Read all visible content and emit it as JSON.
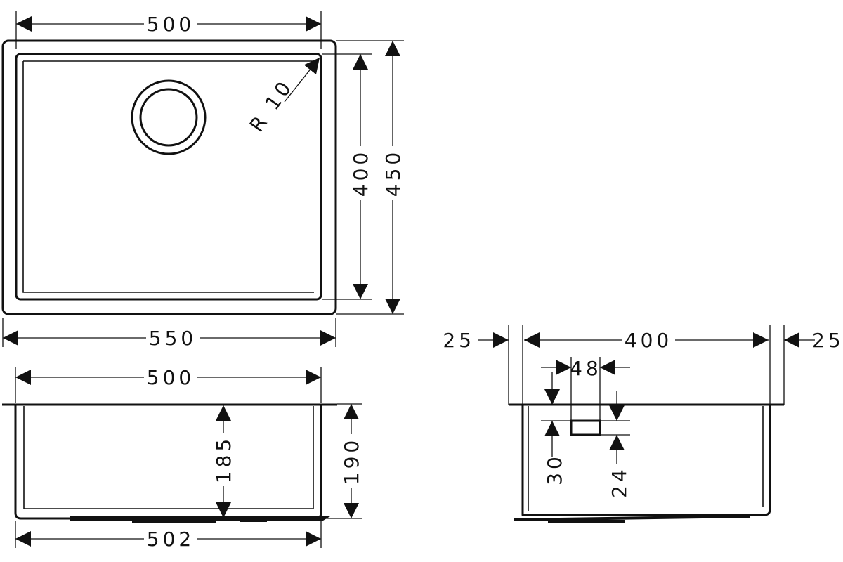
{
  "top_view": {
    "width_inner": "500",
    "width_outer": "550",
    "depth_inner": "400",
    "depth_outer": "450",
    "radius": "R 10"
  },
  "front_view": {
    "width_top": "500",
    "width_bottom": "502",
    "height_inner": "185",
    "height_outer": "190"
  },
  "side_view": {
    "margin_left": "25",
    "width": "400",
    "margin_right": "25",
    "overflow_width": "48",
    "overflow_offset": "30",
    "overflow_height": "24"
  },
  "colors": {
    "line": "#111111",
    "background": "#ffffff"
  }
}
